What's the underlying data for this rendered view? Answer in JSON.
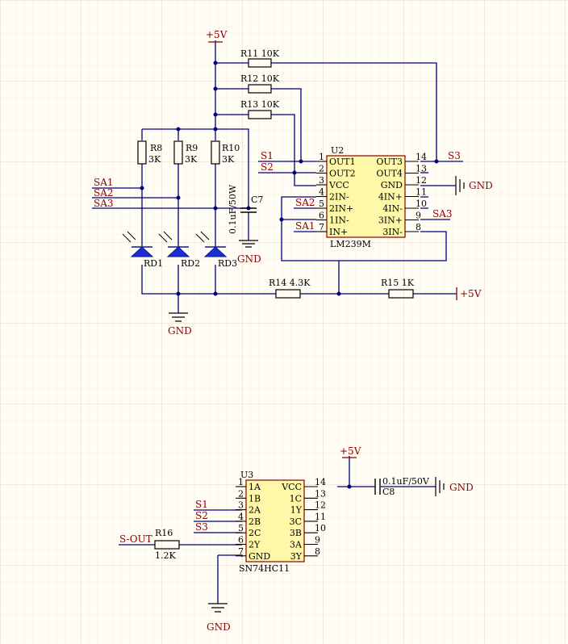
{
  "components": {
    "r11": {
      "ref": "R11",
      "value": "10K"
    },
    "r12": {
      "ref": "R12",
      "value": "10K"
    },
    "r13": {
      "ref": "R13",
      "value": "10K"
    },
    "r8": {
      "ref": "R8",
      "value": "3K"
    },
    "r9": {
      "ref": "R9",
      "value": "3K"
    },
    "r10": {
      "ref": "R10",
      "value": "3K"
    },
    "r14": {
      "ref": "R14",
      "value": "4.3K"
    },
    "r15": {
      "ref": "R15",
      "value": "1K"
    },
    "r16": {
      "ref": "R16",
      "value": "1.2K"
    },
    "c7": {
      "ref": "C7",
      "value": "0.1uF/50W"
    },
    "c8": {
      "ref": "C8",
      "value": "0.1uF/50V"
    },
    "rd1": "RD1",
    "rd2": "RD2",
    "rd3": "RD3"
  },
  "power": {
    "vcc": "+5V",
    "gnd": "GND"
  },
  "nets": {
    "s1": "S1",
    "s2": "S2",
    "s3": "S3",
    "sa1": "SA1",
    "sa2": "SA2",
    "sa3": "SA3",
    "sout": "S-OUT"
  },
  "u2": {
    "ref": "U2",
    "part": "LM239M",
    "left_pins": [
      {
        "num": "1",
        "name": "OUT1"
      },
      {
        "num": "2",
        "name": "OUT2"
      },
      {
        "num": "3",
        "name": "VCC"
      },
      {
        "num": "4",
        "name": "2IN-"
      },
      {
        "num": "5",
        "name": "2IN+"
      },
      {
        "num": "6",
        "name": "1IN-"
      },
      {
        "num": "7",
        "name": "IN+"
      }
    ],
    "right_pins": [
      {
        "num": "14",
        "name": "OUT3"
      },
      {
        "num": "13",
        "name": "OUT4"
      },
      {
        "num": "12",
        "name": "GND"
      },
      {
        "num": "11",
        "name": "4IN+"
      },
      {
        "num": "10",
        "name": "4IN-"
      },
      {
        "num": "9",
        "name": "3IN+"
      },
      {
        "num": "8",
        "name": "3IN-"
      }
    ]
  },
  "u3": {
    "ref": "U3",
    "part": "SN74HC11",
    "left_pins": [
      {
        "num": "1",
        "name": "1A"
      },
      {
        "num": "2",
        "name": "1B"
      },
      {
        "num": "3",
        "name": "2A"
      },
      {
        "num": "4",
        "name": "2B"
      },
      {
        "num": "5",
        "name": "2C"
      },
      {
        "num": "6",
        "name": "2Y"
      },
      {
        "num": "7",
        "name": "GND"
      }
    ],
    "right_pins": [
      {
        "num": "14",
        "name": "VCC"
      },
      {
        "num": "13",
        "name": "1C"
      },
      {
        "num": "12",
        "name": "1Y"
      },
      {
        "num": "11",
        "name": "3C"
      },
      {
        "num": "10",
        "name": "3B"
      },
      {
        "num": "9",
        "name": "3A"
      },
      {
        "num": "8",
        "name": "3Y"
      }
    ]
  }
}
